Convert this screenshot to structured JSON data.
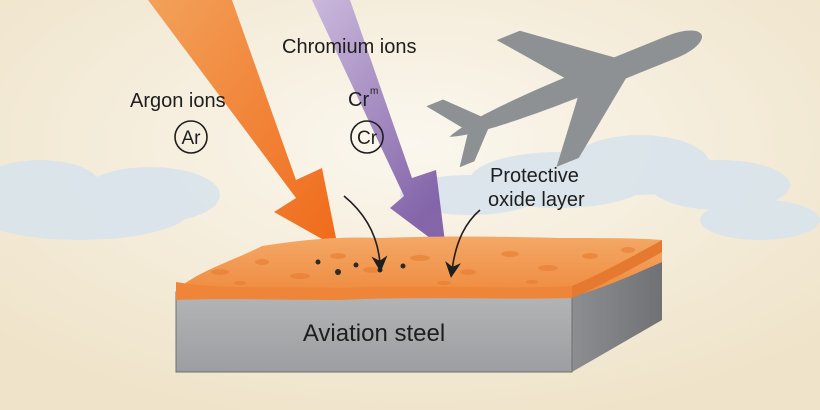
{
  "labels": {
    "argon_ions": "Argon ions",
    "argon_symbol": "Ar",
    "chromium_ions": "Chromium ions",
    "chromium_formula": "Cr",
    "chromium_superscript": "m",
    "chromium_symbol": "Cr",
    "protective_line1": "Protective",
    "protective_line2": "oxide layer",
    "steel": "Aviation steel"
  },
  "colors": {
    "background": "#f6efe1",
    "argon_beam": "#f07a26",
    "chromium_beam": "#8d6db0",
    "oxide_layer": "#f29a55",
    "steel_front": "#a7a9ab",
    "steel_side": "#808285",
    "aircraft": "#8e9194"
  },
  "icons": {
    "aircraft": "airplane-silhouette-icon"
  }
}
